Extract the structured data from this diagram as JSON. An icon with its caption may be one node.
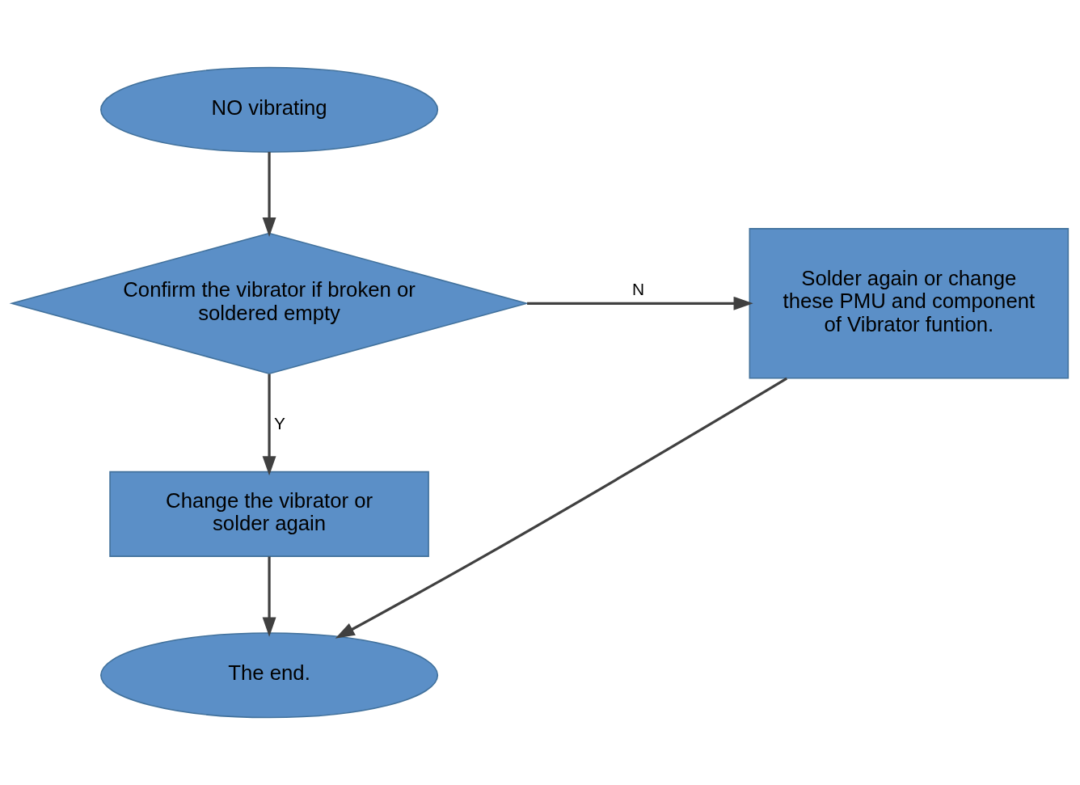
{
  "diagram": {
    "nodes": [
      {
        "text": [
          "NO vibrating"
        ]
      },
      {
        "text": [
          "Confirm the vibrator if broken or soldered empty"
        ]
      },
      {
        "text": [
          "Solder again or change these PMU and component of Vibrator funtion."
        ]
      },
      {
        "text": [
          "Change the vibrator or solder again"
        ]
      },
      {
        "text": [
          "The end."
        ]
      }
    ],
    "edges": [
      {
        "from": 0,
        "to": 1,
        "arrow": "to"
      },
      {
        "from": 1,
        "to": 2,
        "arrow": "to",
        "label": "N"
      },
      {
        "from": 1,
        "to": 3,
        "arrow": "to",
        "label": "Y"
      },
      {
        "from": 3,
        "to": 4,
        "arrow": "to"
      },
      {
        "from": 2,
        "to": 4,
        "arrow": "to"
      }
    ]
  }
}
